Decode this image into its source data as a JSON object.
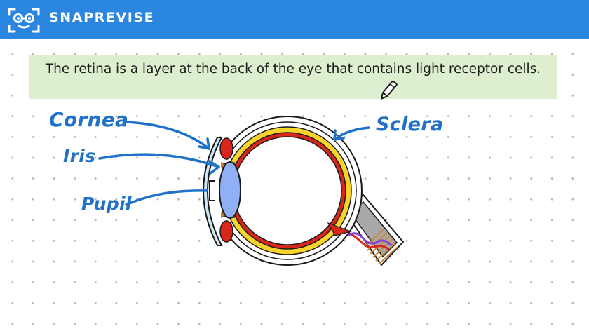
{
  "header": {
    "brand": "SNAPREVISE",
    "logo_icon": "glasses-face-logo-icon",
    "background_color": "#2a86df"
  },
  "caption": {
    "text": "The retina is a layer at the back of the eye that contains light receptor cells.",
    "background_color": "#ddefcf"
  },
  "diagram": {
    "labels": {
      "cornea": "Cornea",
      "iris": "Iris",
      "pupil": "Pupil",
      "sclera": "Sclera"
    },
    "colors": {
      "label": "#1f72c8",
      "retina": "#d8261c",
      "choroid": "#f6d42a",
      "lens": "#8fb0f5",
      "cornea": "#cfe8f7",
      "optic_nerve": "#a9a9a9"
    }
  },
  "cursor": {
    "icon": "pen-cursor-icon"
  }
}
